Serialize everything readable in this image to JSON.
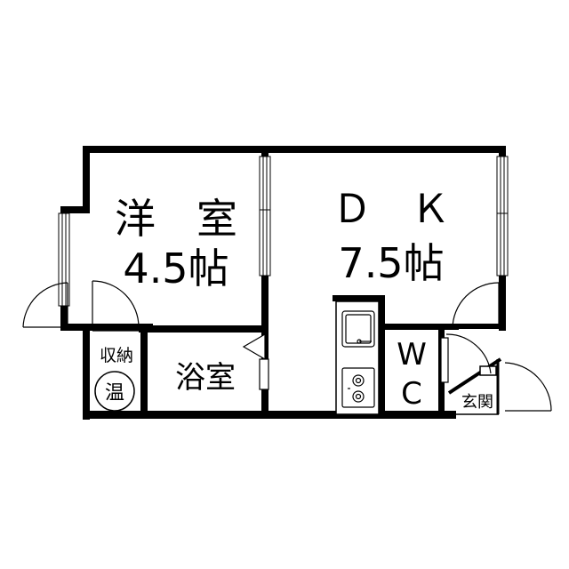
{
  "rooms": {
    "western_room": {
      "name": "洋　室",
      "size": "4.5帖"
    },
    "dining_kitchen": {
      "name": "Ｄ　Ｋ",
      "size": "7.5帖"
    },
    "storage": {
      "name": "収納"
    },
    "water_heater": {
      "name": "温"
    },
    "bathroom": {
      "name": "浴室"
    },
    "toilet": {
      "line1": "W",
      "line2": "C"
    },
    "entrance": {
      "name": "玄関"
    }
  },
  "colors": {
    "wall": "#000000",
    "fixture": "#555555",
    "background": "#ffffff"
  }
}
